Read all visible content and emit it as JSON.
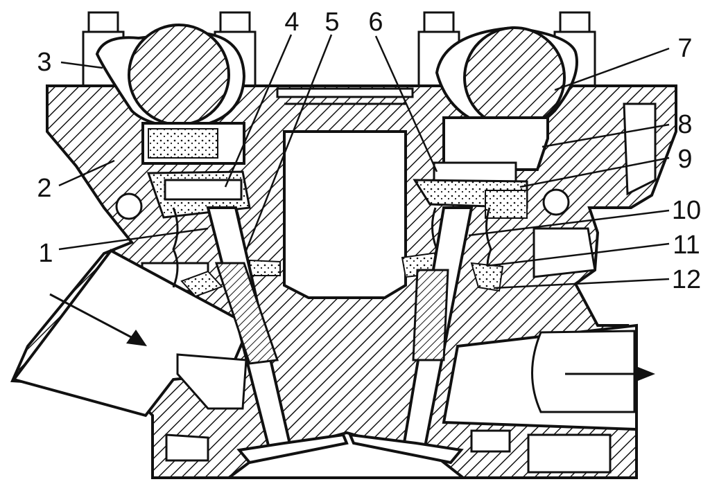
{
  "diagram": {
    "callouts": [
      {
        "id": "1",
        "text": "1"
      },
      {
        "id": "2",
        "text": "2"
      },
      {
        "id": "3",
        "text": "3"
      },
      {
        "id": "4",
        "text": "4"
      },
      {
        "id": "5",
        "text": "5"
      },
      {
        "id": "6",
        "text": "6"
      },
      {
        "id": "7",
        "text": "7"
      },
      {
        "id": "8",
        "text": "8"
      },
      {
        "id": "9",
        "text": "9"
      },
      {
        "id": "10",
        "text": "10"
      },
      {
        "id": "11",
        "text": "11"
      },
      {
        "id": "12",
        "text": "12"
      }
    ],
    "colors": {
      "ink": "#111111",
      "background": "#ffffff"
    }
  }
}
